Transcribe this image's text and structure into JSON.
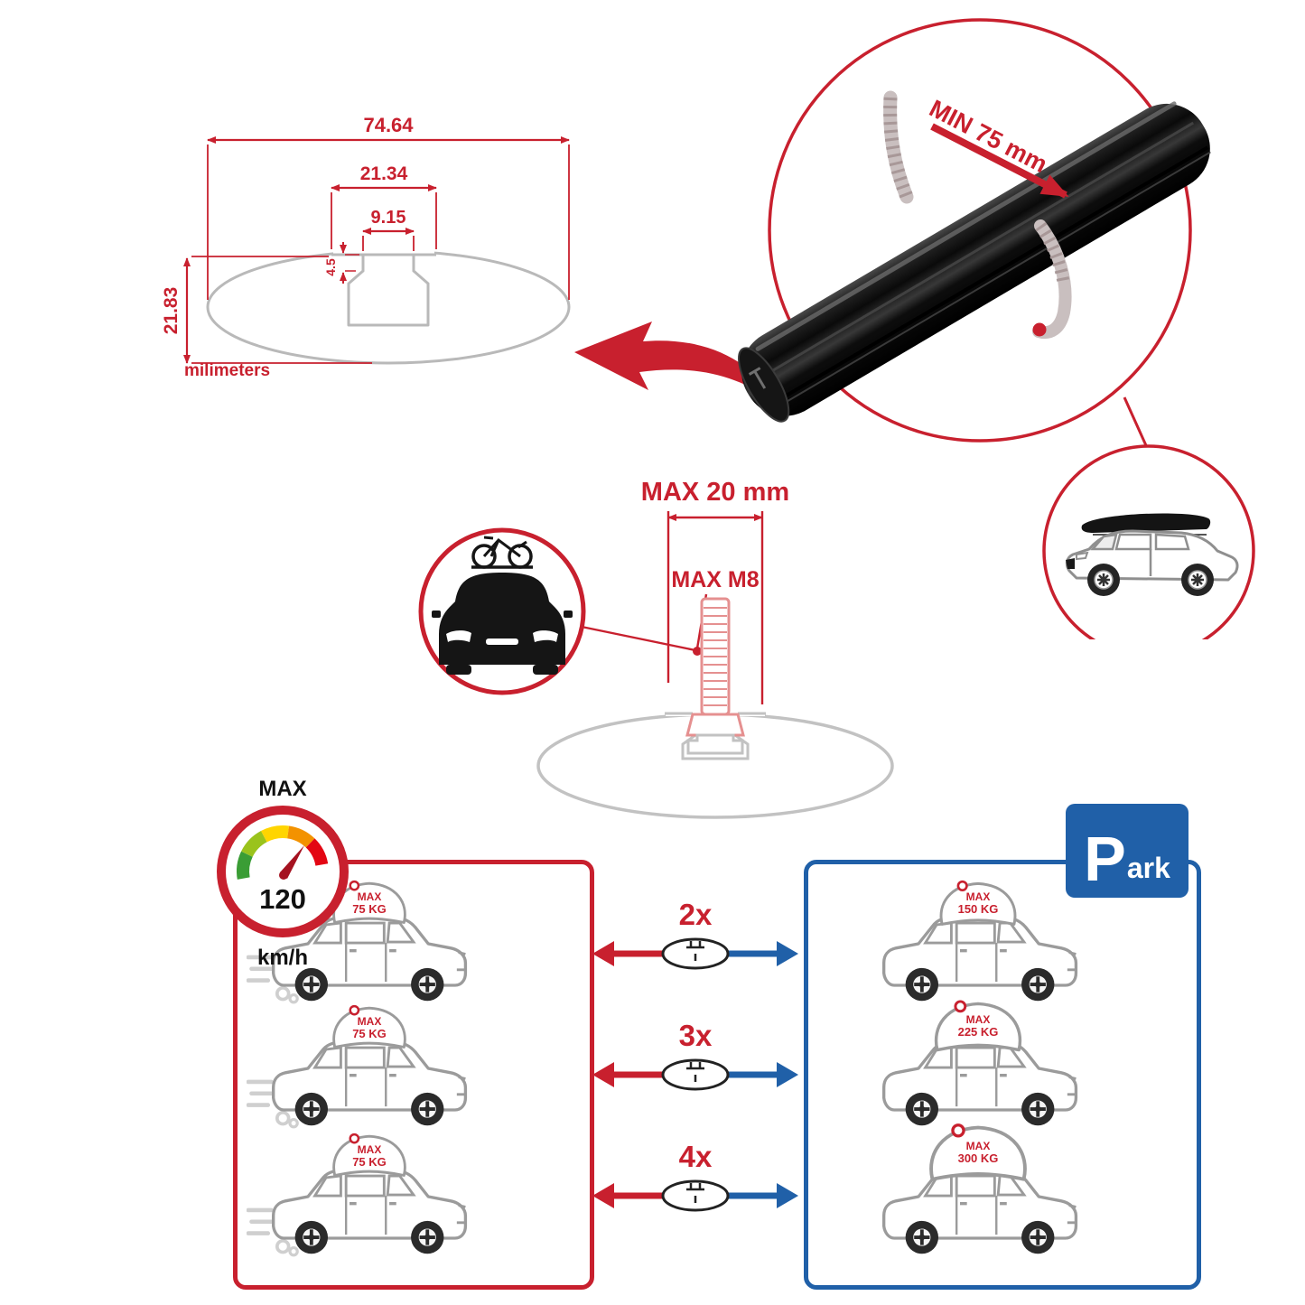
{
  "colors": {
    "red": "#c8202e",
    "blue": "#2060a8",
    "gray": "#9b9b9b",
    "black": "#111111"
  },
  "cross_section": {
    "dim_total_width": "74.64",
    "dim_channel_width": "21.34",
    "dim_slot_width": "9.15",
    "dim_slot_depth": "4.5",
    "dim_total_height": "21.83",
    "unit_label": "milimeters"
  },
  "bar_detail": {
    "min_clamp_label": "MIN 75 mm"
  },
  "bolt": {
    "max_length_label": "MAX 20 mm",
    "max_thread_label": "MAX M8"
  },
  "speed": {
    "label": "MAX",
    "value": "120",
    "unit": "km/h"
  },
  "panels": {
    "multipliers": [
      "2x",
      "3x",
      "4x"
    ],
    "left": {
      "rows": [
        {
          "max": "MAX",
          "weight": "75 KG"
        },
        {
          "max": "MAX",
          "weight": "75 KG"
        },
        {
          "max": "MAX",
          "weight": "75 KG"
        }
      ]
    },
    "right": {
      "sign_p": "P",
      "sign_rest": "ark",
      "rows": [
        {
          "max": "MAX",
          "weight": "150 KG"
        },
        {
          "max": "MAX",
          "weight": "225 KG"
        },
        {
          "max": "MAX",
          "weight": "300 KG"
        }
      ]
    }
  }
}
